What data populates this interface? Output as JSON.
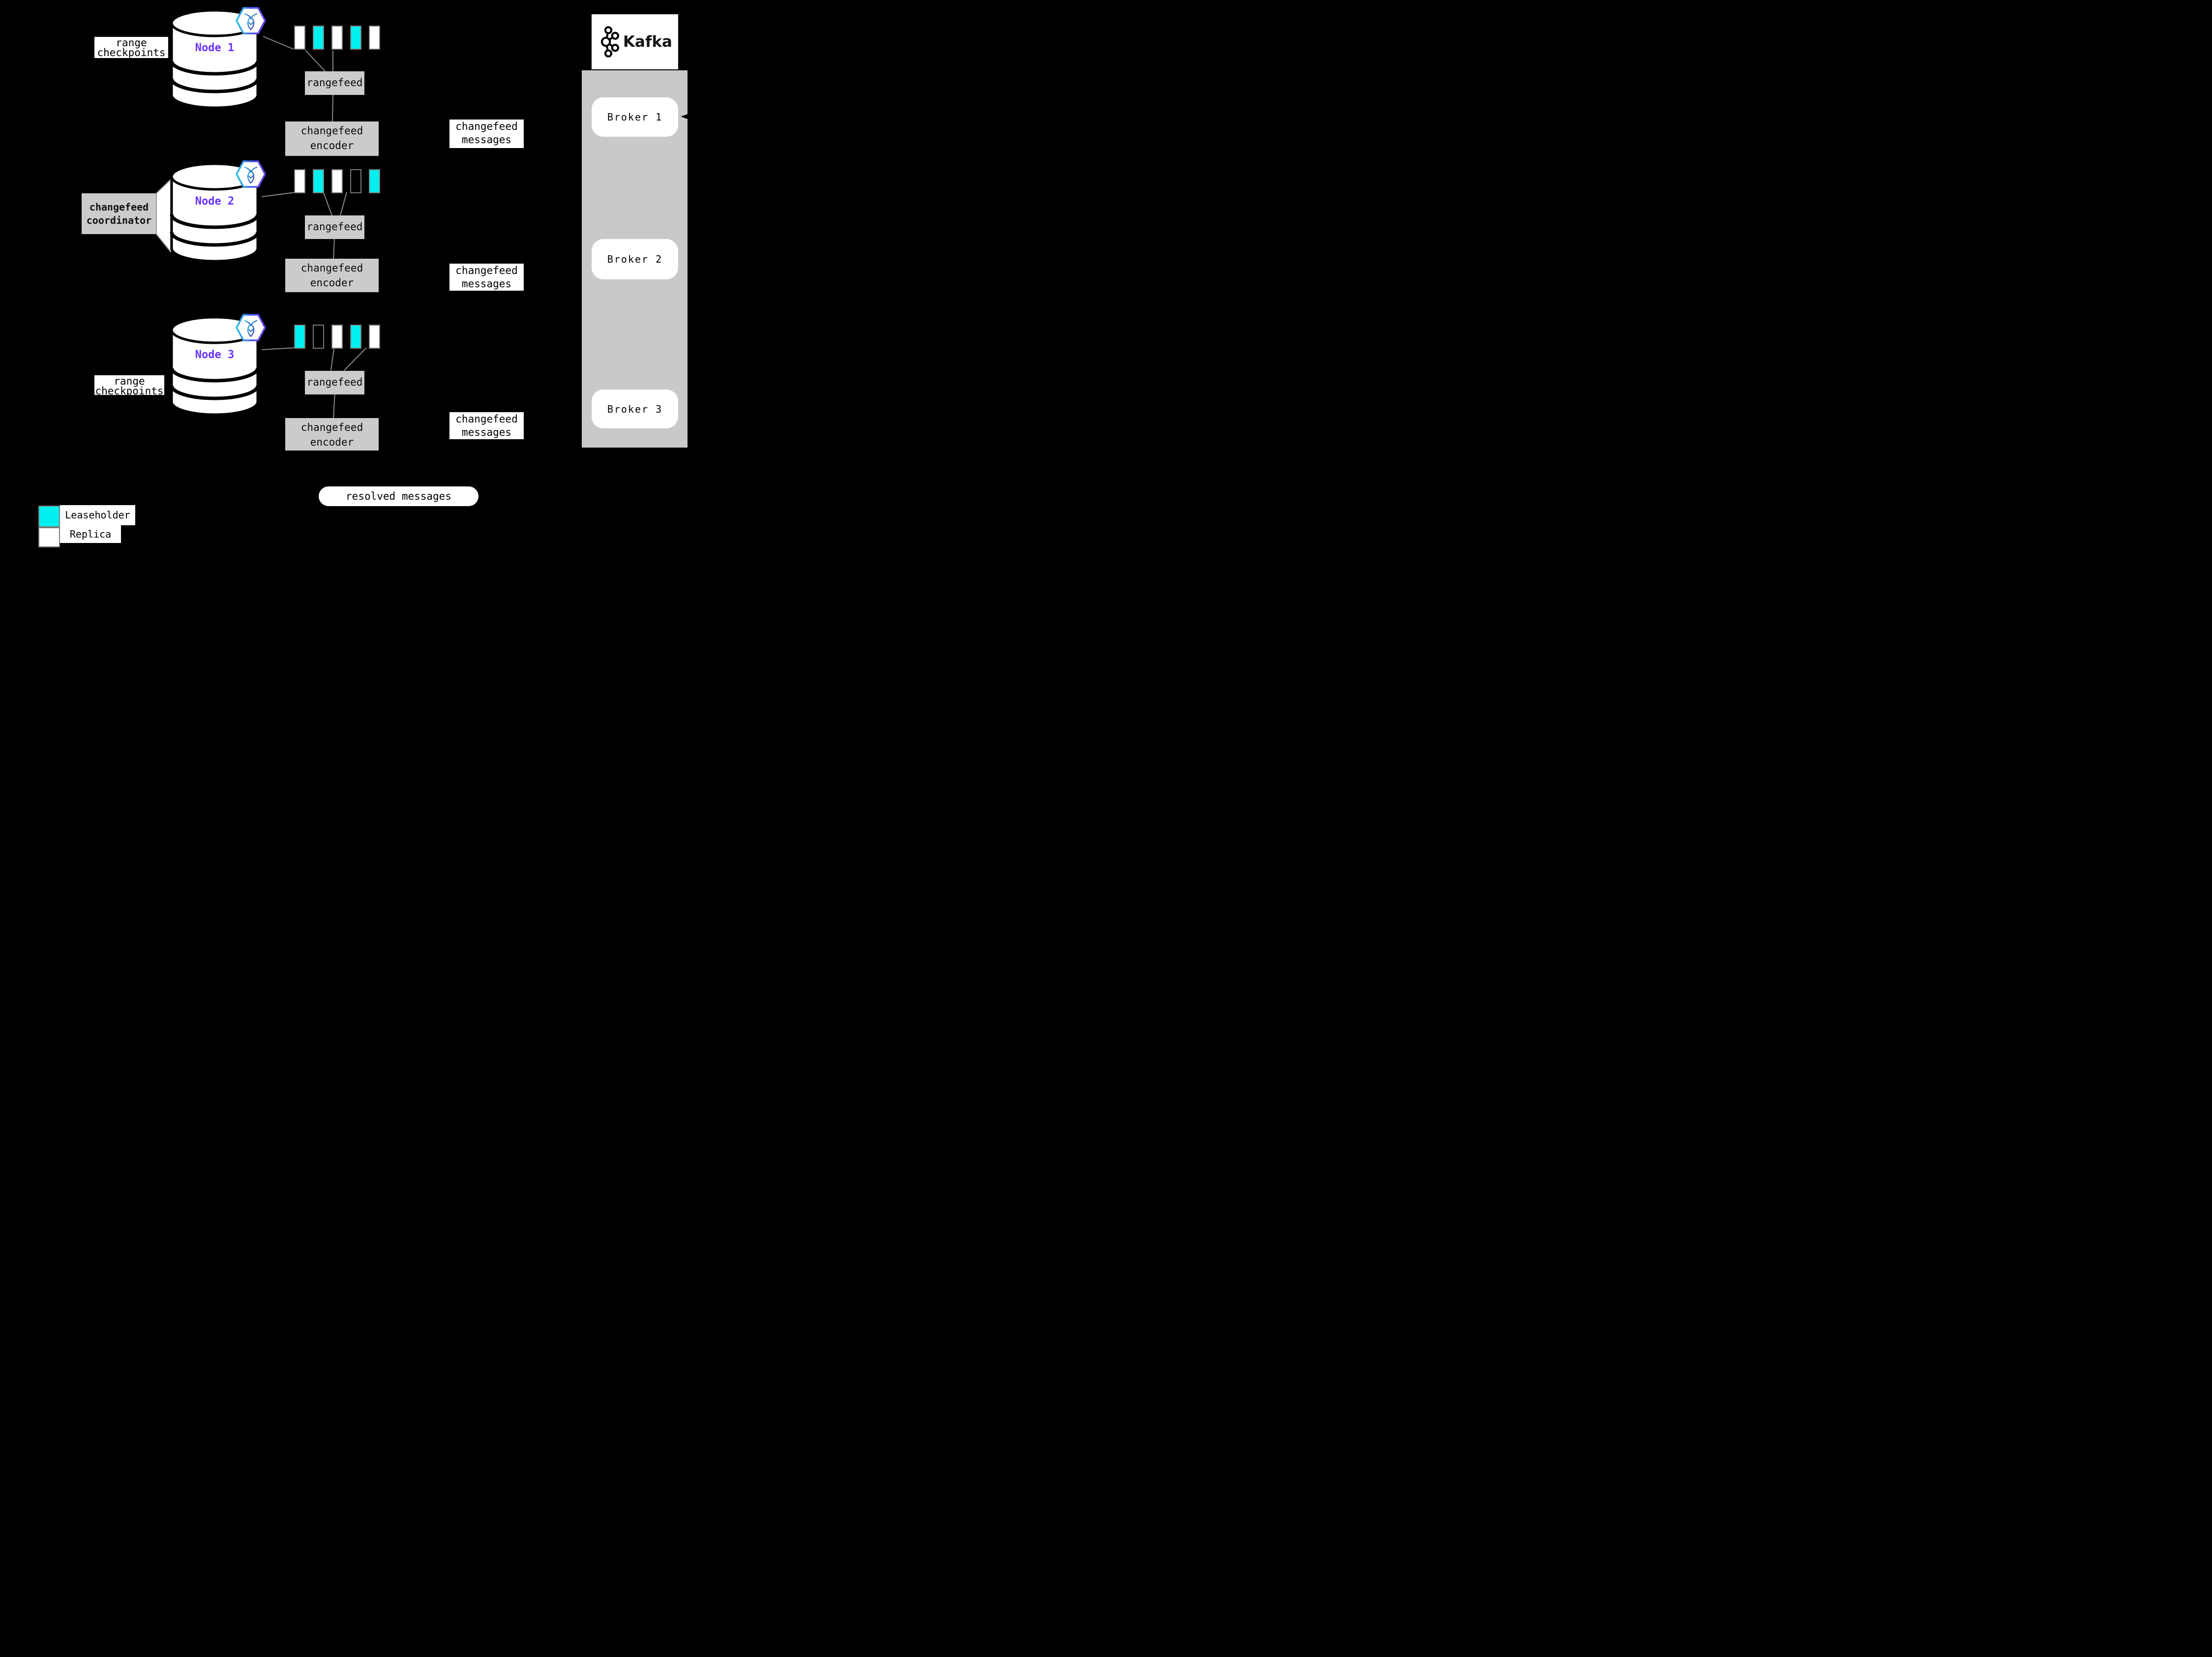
{
  "nodes": [
    {
      "name": "Node 1",
      "ranges": [
        "replica",
        "leaseholder",
        "replica",
        "leaseholder",
        "replica"
      ]
    },
    {
      "name": "Node 2",
      "ranges": [
        "replica",
        "leaseholder",
        "replica",
        "empty",
        "leaseholder"
      ]
    },
    {
      "name": "Node 3",
      "ranges": [
        "leaseholder",
        "empty",
        "replica",
        "leaseholder",
        "replica"
      ]
    }
  ],
  "labels": {
    "range_checkpoints": {
      "line1": "range",
      "line2": "checkpoints"
    },
    "changefeed_coordinator": {
      "line1": "changefeed",
      "line2": "coordinator"
    },
    "rangefeed": "rangefeed",
    "changefeed_encoder": {
      "line1": "changefeed",
      "line2": "encoder"
    },
    "changefeed_messages": {
      "line1": "changefeed",
      "line2": "messages"
    },
    "resolved_messages": "resolved messages"
  },
  "kafka": {
    "title": "Kafka",
    "brokers": [
      {
        "label": "Broker 1"
      },
      {
        "label": "Broker 2"
      },
      {
        "label": "Broker 3"
      }
    ]
  },
  "legend": [
    {
      "key": "leaseholder",
      "label": "Leaseholder"
    },
    {
      "key": "replica",
      "label": "Replica"
    }
  ],
  "colors": {
    "leaseholder": "#00f0f0",
    "replica": "#ffffff",
    "empty": "transparent",
    "node_label": "#6933ff",
    "gray_box": "#cbcbcb",
    "line": "#8a8a8a"
  }
}
